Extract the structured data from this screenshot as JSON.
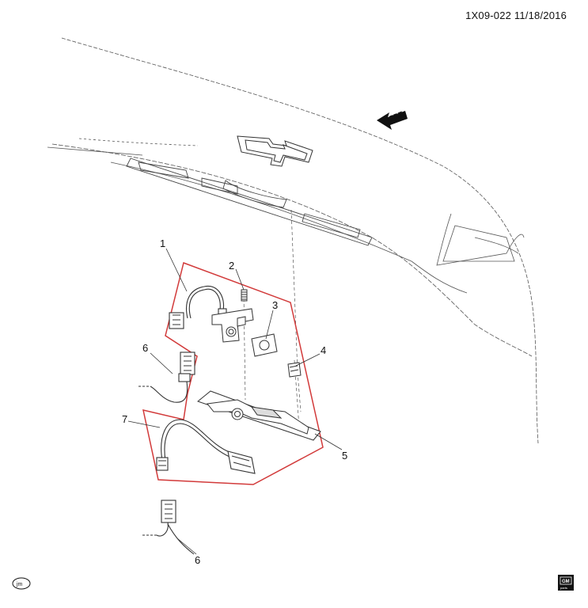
{
  "header": {
    "diagram_code": "1X09-022 11/18/2016"
  },
  "direction_marker": {
    "label": "FRT",
    "icon": "arrow-left-icon"
  },
  "callouts": [
    {
      "id": "1",
      "label": "1"
    },
    {
      "id": "2",
      "label": "2"
    },
    {
      "id": "3",
      "label": "3"
    },
    {
      "id": "4",
      "label": "4"
    },
    {
      "id": "5",
      "label": "5"
    },
    {
      "id": "6a",
      "label": "6"
    },
    {
      "id": "6b",
      "label": "6"
    },
    {
      "id": "7",
      "label": "7"
    }
  ],
  "colors": {
    "highlight_outline": "#d23a3a",
    "line_art": "#333333"
  },
  "footer": {
    "left_badge": "jm",
    "brand_logo_text": "GM",
    "brand_logo_sub": "parts"
  }
}
